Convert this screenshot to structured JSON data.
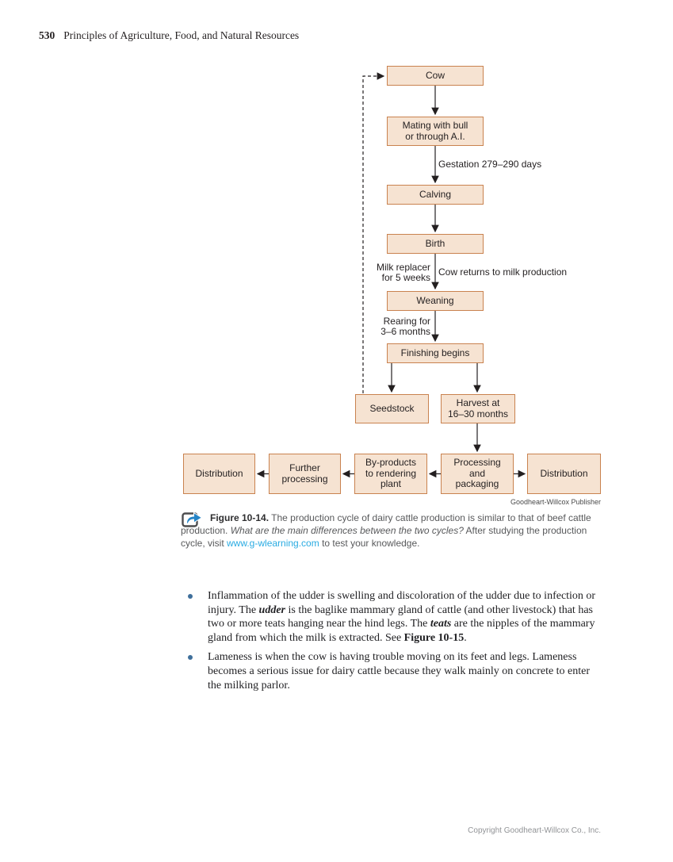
{
  "page": {
    "number": "530",
    "header_title": "Principles of Agriculture, Food, and Natural Resources",
    "footer": "Copyright Goodheart-Willcox Co., Inc."
  },
  "colors": {
    "box_fill": "#f6e3d2",
    "box_border": "#c9824f",
    "link_blue": "#29abe2",
    "caption_gray": "#58595b",
    "bullet_dot_blue": "#3f6f9b",
    "icon_arrow_blue": "#2584c6"
  },
  "flowchart": {
    "boxes": {
      "cow": "Cow",
      "mating": "Mating with bull\nor through A.I.",
      "calving": "Calving",
      "birth": "Birth",
      "weaning": "Weaning",
      "finishing": "Finishing begins",
      "seedstock": "Seedstock",
      "harvest": "Harvest at\n16–30 months",
      "distribution_left": "Distribution",
      "further_processing": "Further\nprocessing",
      "byproducts": "By-products\nto rendering\nplant",
      "processing": "Processing\nand\npackaging",
      "distribution_right": "Distribution"
    },
    "edge_labels": {
      "gestation": "Gestation 279–290 days",
      "milk_replacer": "Milk replacer\nfor 5 weeks",
      "cow_returns": "Cow returns to milk production",
      "rearing": "Rearing for\n3–6 months"
    },
    "publisher_credit": "Goodheart-Willcox Publisher"
  },
  "caption": {
    "icon": "go-online-external-link-icon",
    "fig_label": "Figure 10-14.",
    "text1": " The production cycle of dairy cattle production is similar to that of beef cattle production. ",
    "question_italic": "What are the main differences between the two cycles?",
    "text2": " After studying the production cycle, visit ",
    "link": "www.g-wlearning.com",
    "text3": " to test your knowledge."
  },
  "bullets": {
    "item1": {
      "t1": "Inflammation of the udder is swelling and discoloration of the udder due to infection or injury. The ",
      "term1": "udder",
      "t2": " is the baglike mammary gland of cattle (and other livestock) that has two or more teats hanging near the hind legs. The ",
      "term2": "teats",
      "t3": " are the nipples of the mammary gland from which the milk is extracted. See ",
      "figref": "Figure 10-15",
      "t4": "."
    },
    "item2": {
      "t1": "Lameness is when the cow is having trouble moving on its feet and legs. Lameness becomes a serious issue for dairy cattle because they walk mainly on concrete to enter the milking parlor."
    }
  }
}
